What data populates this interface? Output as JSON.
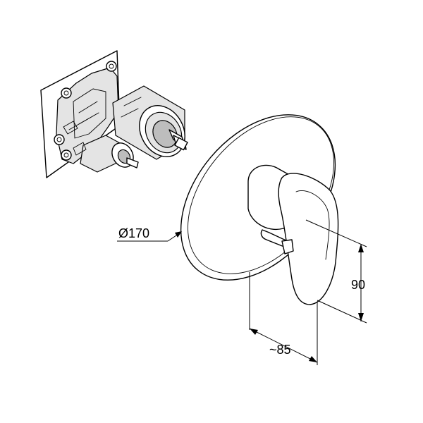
{
  "dimensions": {
    "diameter_label": "Ø170",
    "height_label": "90",
    "depth_label": "~85"
  }
}
